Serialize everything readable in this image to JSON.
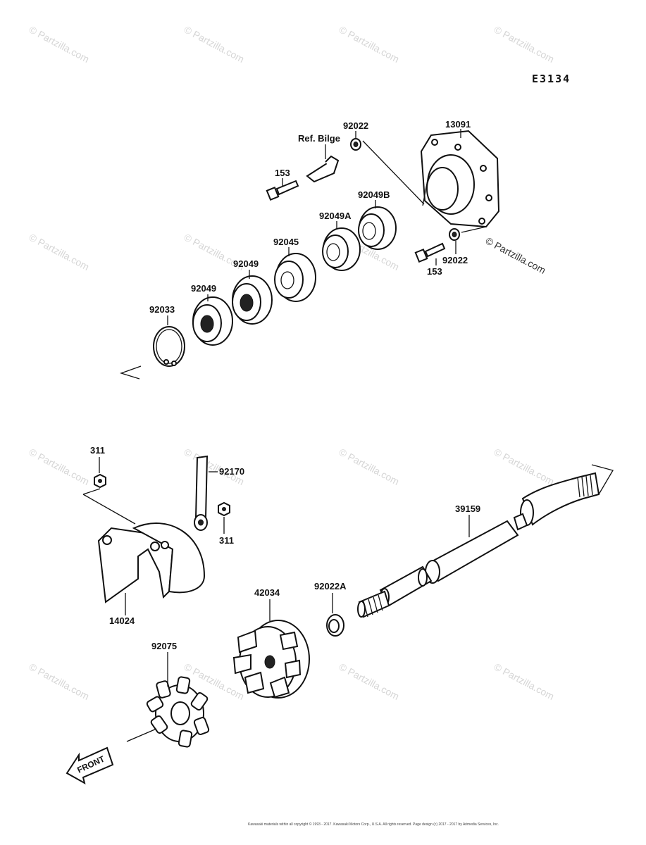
{
  "diagram_code": "E3134",
  "labels": {
    "p13091": "13091",
    "p92022_top": "92022",
    "ref_bilge": "Ref. Bilge",
    "p153_top": "153",
    "p92049B": "92049B",
    "p92049A": "92049A",
    "p92045": "92045",
    "p92049_a": "92049",
    "p92049_b": "92049",
    "p92033": "92033",
    "p153_bottom": "153",
    "p92022_bottom": "92022",
    "p311_top": "311",
    "p311_bottom": "311",
    "p92170": "92170",
    "p14024": "14024",
    "p39159": "39159",
    "p42034": "42034",
    "p92022A": "92022A",
    "p92075": "92075"
  },
  "front_arrow_text": "FRONT",
  "watermark": "© Partzilla.com",
  "copyright": "Kawasaki materials within all copyright © 1993 - 2017. Kawasaki Motors Corp., U.S.A. All rights reserved. Page design (c) 2017 - 2017 by Arimedia Services, Inc."
}
